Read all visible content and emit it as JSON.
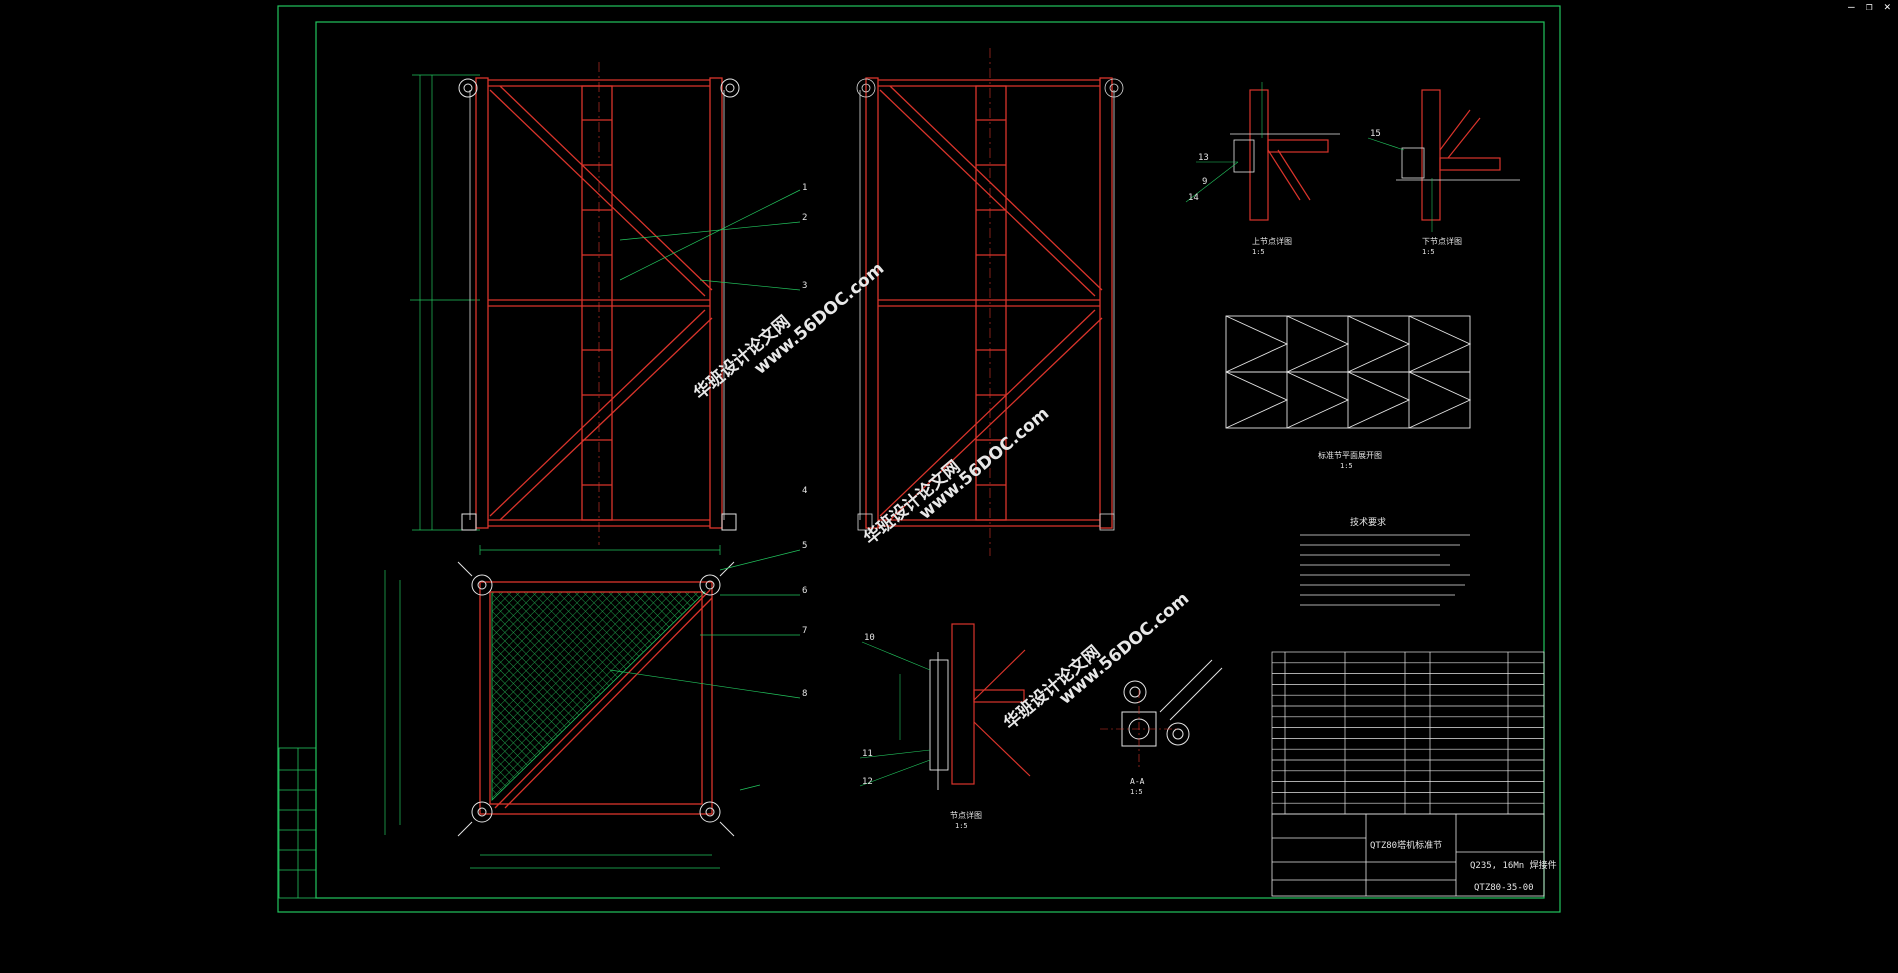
{
  "window": {
    "controls": [
      "—",
      "❐",
      "✕"
    ]
  },
  "watermark": {
    "line1": "华班设计论文网",
    "line2": "www.56DOC.com"
  },
  "drawing": {
    "title_block": {
      "drawing_title": "QTZ80塔机标准节",
      "subtitle": "Q235, 16Mn 焊接件",
      "code": "QTZ80-35-00"
    },
    "notes_title": "技术要求",
    "parts_labels": [
      "1",
      "2",
      "3",
      "4",
      "5",
      "6",
      "7",
      "8",
      "9",
      "10",
      "11",
      "12",
      "13",
      "14",
      "15"
    ],
    "view_captions": [
      "上节点详图",
      "下节点详图",
      "标准节平面展开图",
      "节点详图",
      "A-A"
    ],
    "scale_captions": [
      "1:5",
      "1:5",
      "1:5",
      "1:5",
      "1:5"
    ]
  },
  "colors": {
    "frame": "#22c55e",
    "member": "#d9342b",
    "dim": "#22c55e",
    "text": "#e5e5e5",
    "hatch": "#1f9d4a",
    "bg": "#000000"
  }
}
